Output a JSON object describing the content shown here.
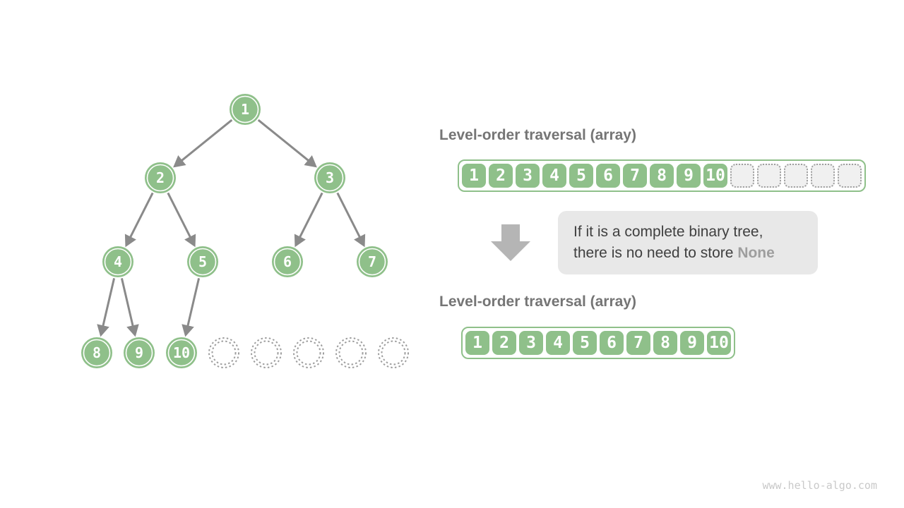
{
  "colors": {
    "node_green": "#8fc08a",
    "edge_gray": "#8a8a8a",
    "heading_gray": "#757575",
    "note_bg": "#e8e8e8",
    "note_text": "#3f3f3f",
    "none_highlight": "#9e9e9e",
    "empty_cell_bg": "#f0f0f0",
    "dotted_gray": "#9e9e9e",
    "block_arrow": "#b5b5b5",
    "watermark_gray": "#c9c9c9"
  },
  "tree": {
    "nodes": [
      "1",
      "2",
      "3",
      "4",
      "5",
      "6",
      "7",
      "8",
      "9",
      "10"
    ],
    "empty_slot_count": 5
  },
  "arrays": {
    "top": {
      "heading": "Level-order traversal (array)",
      "cells": [
        "1",
        "2",
        "3",
        "4",
        "5",
        "6",
        "7",
        "8",
        "9",
        "10"
      ],
      "empty_cell_count": 5
    },
    "bottom": {
      "heading": "Level-order traversal (array)",
      "cells": [
        "1",
        "2",
        "3",
        "4",
        "5",
        "6",
        "7",
        "8",
        "9",
        "10"
      ]
    }
  },
  "note": {
    "line1": "If it is a complete binary tree,",
    "line2_prefix": "there is no need to store ",
    "line2_highlight": "None"
  },
  "watermark": "www.hello-algo.com"
}
